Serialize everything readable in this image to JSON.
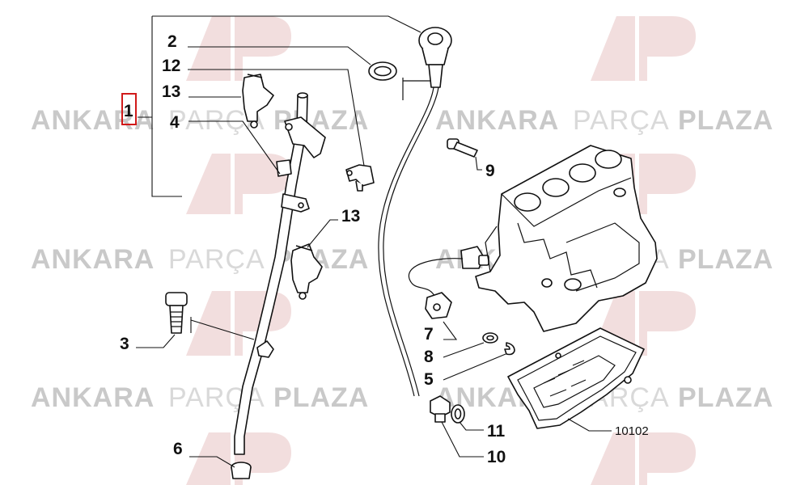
{
  "watermark": {
    "brand": "ANKARA",
    "middle": "PARÇA",
    "end": "PLAZA",
    "color_dark": "#c9c9c9",
    "color_light": "#d9d9d9",
    "logo_color": "#f2dede"
  },
  "diagram": {
    "highlight_color": "#d11a1a",
    "labels": {
      "p1": "1",
      "p2": "2",
      "p3": "3",
      "p4": "4",
      "p5": "5",
      "p6": "6",
      "p7": "7",
      "p8": "8",
      "p9": "9",
      "p10": "10",
      "p11": "11",
      "p12": "12",
      "p13a": "13",
      "p13b": "13",
      "p10102": "10102"
    }
  }
}
